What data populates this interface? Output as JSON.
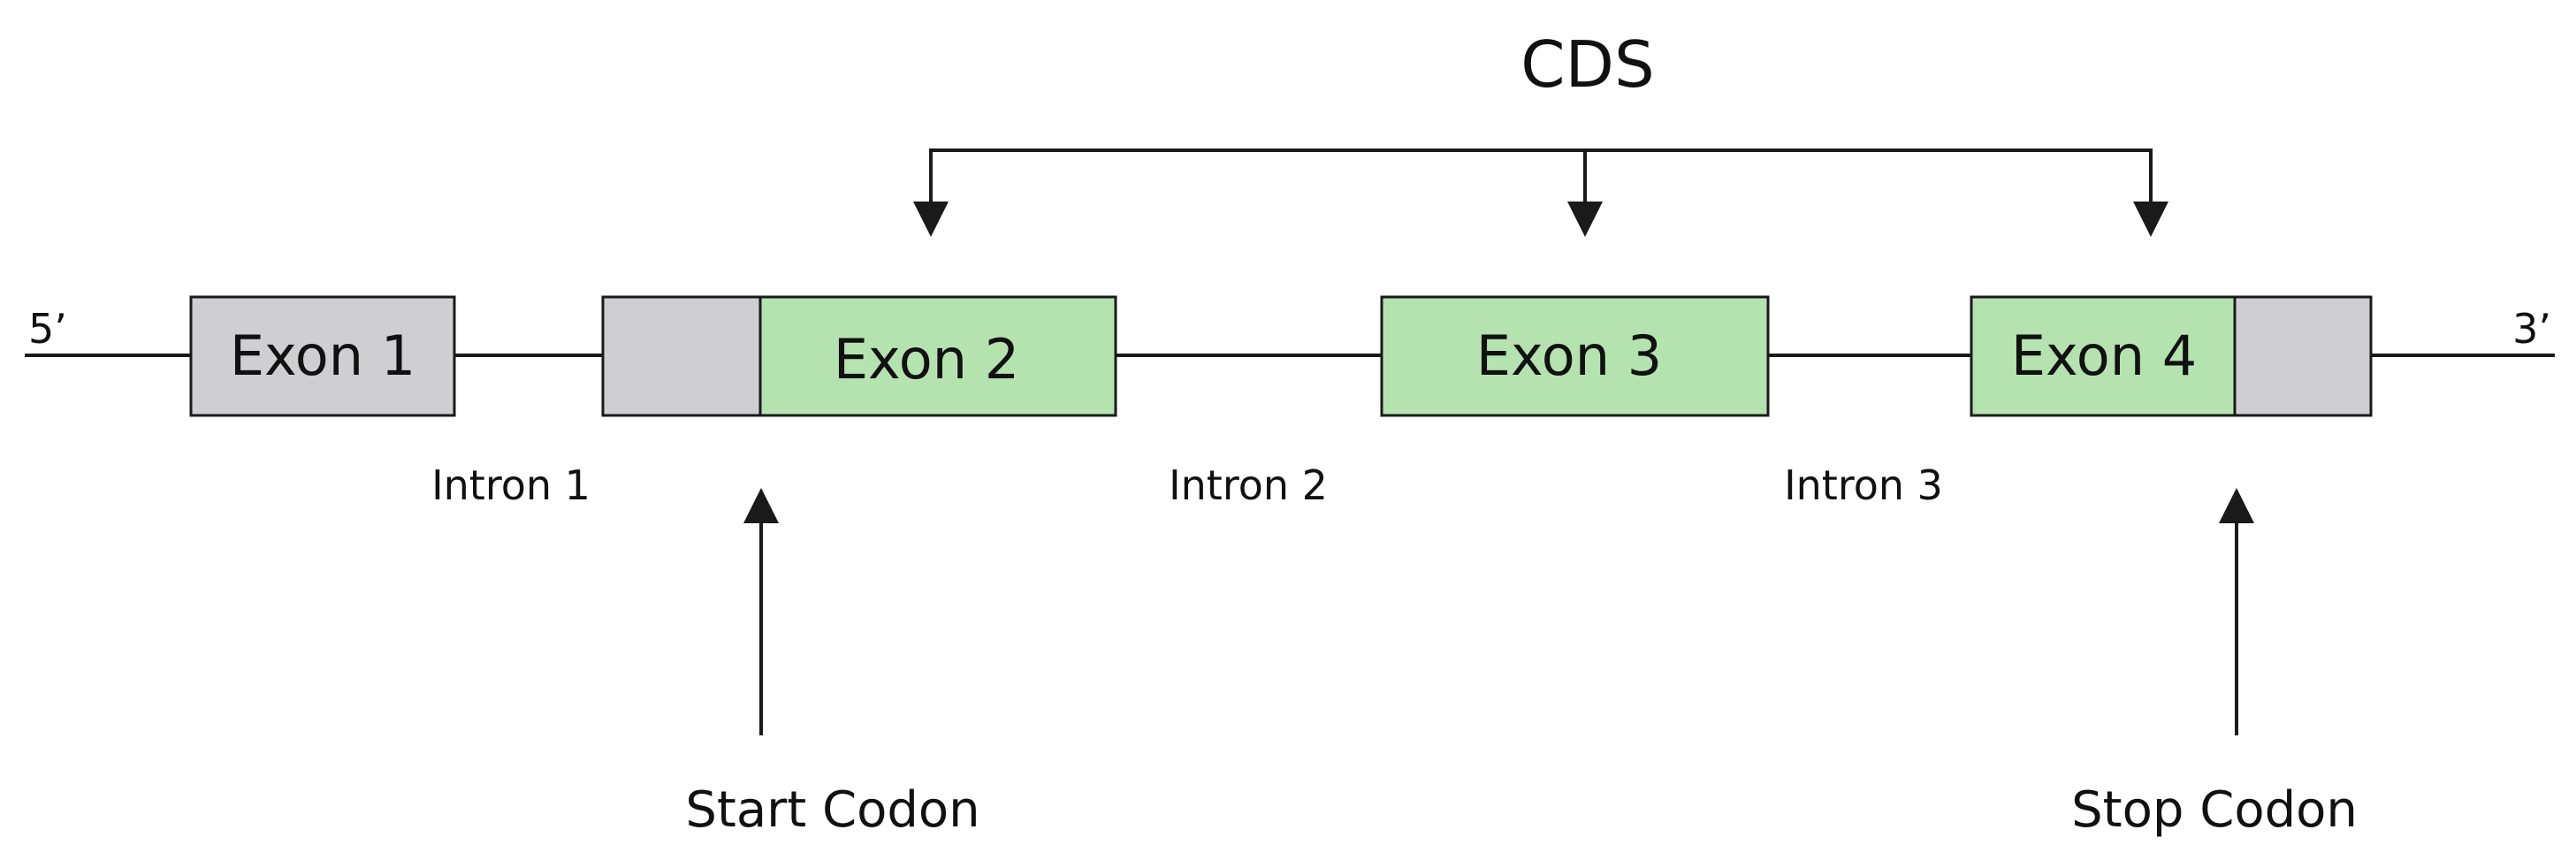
{
  "title": "CDS",
  "five_prime": "5’",
  "three_prime": "3’",
  "exons": [
    {
      "label": "Exon 1",
      "type": "utr"
    },
    {
      "label": "Exon 2",
      "type": "utr+coding"
    },
    {
      "label": "Exon 3",
      "type": "coding"
    },
    {
      "label": "Exon 4",
      "type": "coding+utr"
    }
  ],
  "introns": [
    "Intron 1",
    "Intron 2",
    "Intron 3"
  ],
  "start_codon": "Start Codon",
  "stop_codon": "Stop Codon",
  "colors": {
    "utr": "#cfcfd1",
    "coding": "#b5e3b0",
    "stroke": "#1a1a1a"
  }
}
